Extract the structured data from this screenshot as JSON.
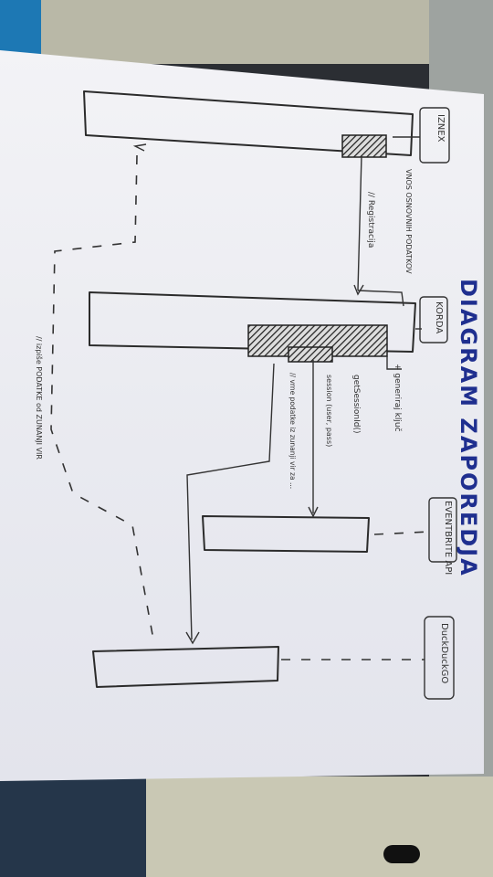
{
  "title": "DIAGRAM ZAPOREDJA",
  "actors": [
    {
      "id": "zunanji-vir",
      "label": "IZNEX"
    },
    {
      "id": "korisnik",
      "label": "KORDA"
    },
    {
      "id": "eventbrite",
      "label": "EVENTBRITE API"
    },
    {
      "id": "duckduckgo",
      "label": "DuckDuckGO"
    }
  ],
  "messages": {
    "vnos": "VNOS OSNOVNIH PODATKOV",
    "registracija": "// Registracija",
    "generiraj": "+ generiraj ključ",
    "get_session": "getSessionId()",
    "session": "session (user, pass)",
    "vrne_podatke": "// vrne podatke iz zunanji vir za ...",
    "izpise": "// izpiše PODATKE od ZUNANJI VIR"
  },
  "colors": {
    "ink": "#2b2b2b",
    "title": "#1f2f8f",
    "paper": "#eeeff3"
  }
}
